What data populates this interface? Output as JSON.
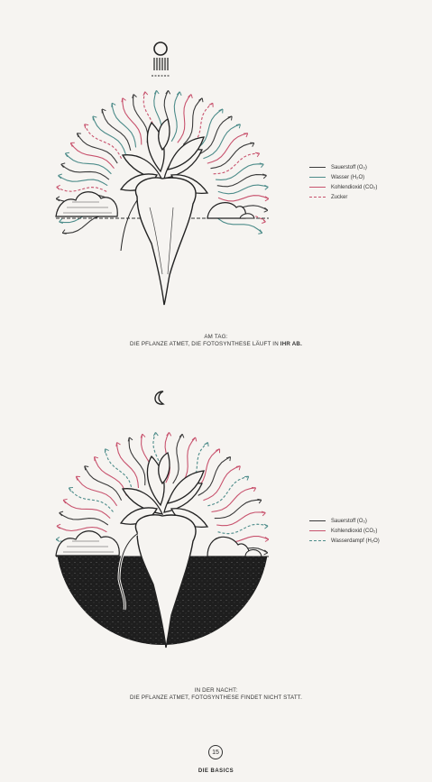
{
  "day": {
    "caption_line1": "AM TAG:",
    "caption_line2_prefix": "DIE PFLANZE ATMET, DIE FOTOSYNTHESE LÄUFT IN",
    "caption_line2_bold": "IHR AB.",
    "legend": [
      {
        "label": "Sauerstoff (O₂)",
        "color": "#3a3a3a",
        "style": "solid"
      },
      {
        "label": "Wasser (H₂O)",
        "color": "#4d8c8a",
        "style": "solid"
      },
      {
        "label": "Kohlendioxid (CO₂)",
        "color": "#c8536e",
        "style": "solid"
      },
      {
        "label": "Zucker",
        "color": "#c8536e",
        "style": "dashed"
      }
    ]
  },
  "night": {
    "caption_line1": "IN DER NACHT:",
    "caption_line2": "DIE PFLANZE ATMET, FOTOSYNTHESE FINDET NICHT STATT.",
    "legend": [
      {
        "label": "Sauerstoff (O₂)",
        "color": "#3a3a3a",
        "style": "solid"
      },
      {
        "label": "Kohlendioxid (CO₂)",
        "color": "#c8536e",
        "style": "solid"
      },
      {
        "label": "Wasserdampf (H₂O)",
        "color": "#4d8c8a",
        "style": "dashed"
      }
    ]
  },
  "footer": {
    "page_number": "15",
    "section": "DIE BASICS"
  }
}
